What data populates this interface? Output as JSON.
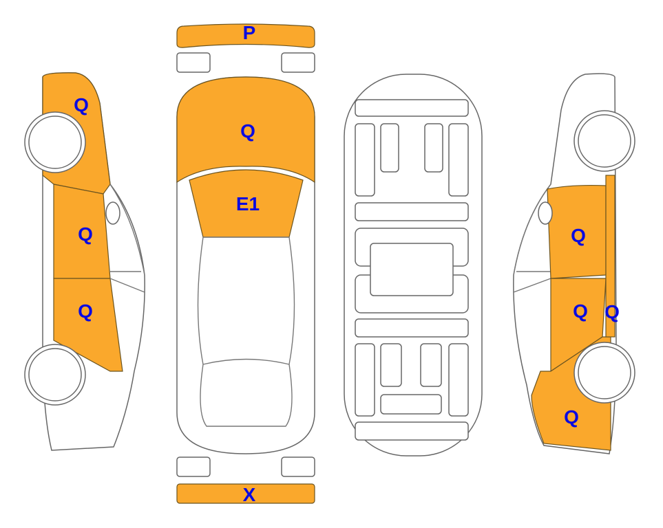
{
  "diagram": {
    "highlight_color": "#FAA82C",
    "label_color": "#0A0AE0",
    "views": {
      "left_side": {
        "labels": [
          "Q",
          "Q",
          "Q"
        ]
      },
      "top": {
        "labels": [
          "P",
          "Q",
          "E1",
          "X"
        ]
      },
      "underside": {
        "labels": []
      },
      "right_side": {
        "labels": [
          "Q",
          "Q",
          "Q",
          "Q"
        ]
      }
    }
  }
}
